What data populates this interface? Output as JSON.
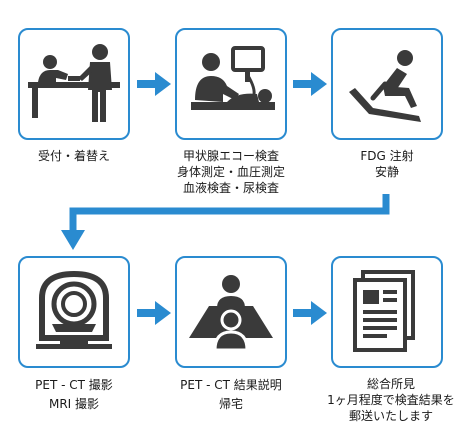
{
  "steps": [
    {
      "lines": [
        "受付・着替え"
      ],
      "icon": "reception-icon"
    },
    {
      "lines": [
        "甲状腺エコー検査",
        "身体測定・血圧測定",
        "血液検査・尿検査"
      ],
      "icon": "ultrasound-exam-icon"
    },
    {
      "lines": [
        "FDG 注射",
        "安静"
      ],
      "icon": "reclining-rest-icon"
    },
    {
      "lines": [
        "PET - CT 撮影",
        "MRI 撮影"
      ],
      "icon": "pet-ct-scanner-icon"
    },
    {
      "lines": [
        "PET - CT 結果説明",
        "帰宅"
      ],
      "icon": "consultation-icon"
    },
    {
      "lines": [
        "総合所見",
        "1ヶ月程度で検査結果を",
        "郵送いたします"
      ],
      "icon": "report-document-icon"
    }
  ],
  "colors": {
    "accent": "#2a8bd0",
    "icon": "#3a3a3a",
    "text": "#1a1a1a"
  }
}
